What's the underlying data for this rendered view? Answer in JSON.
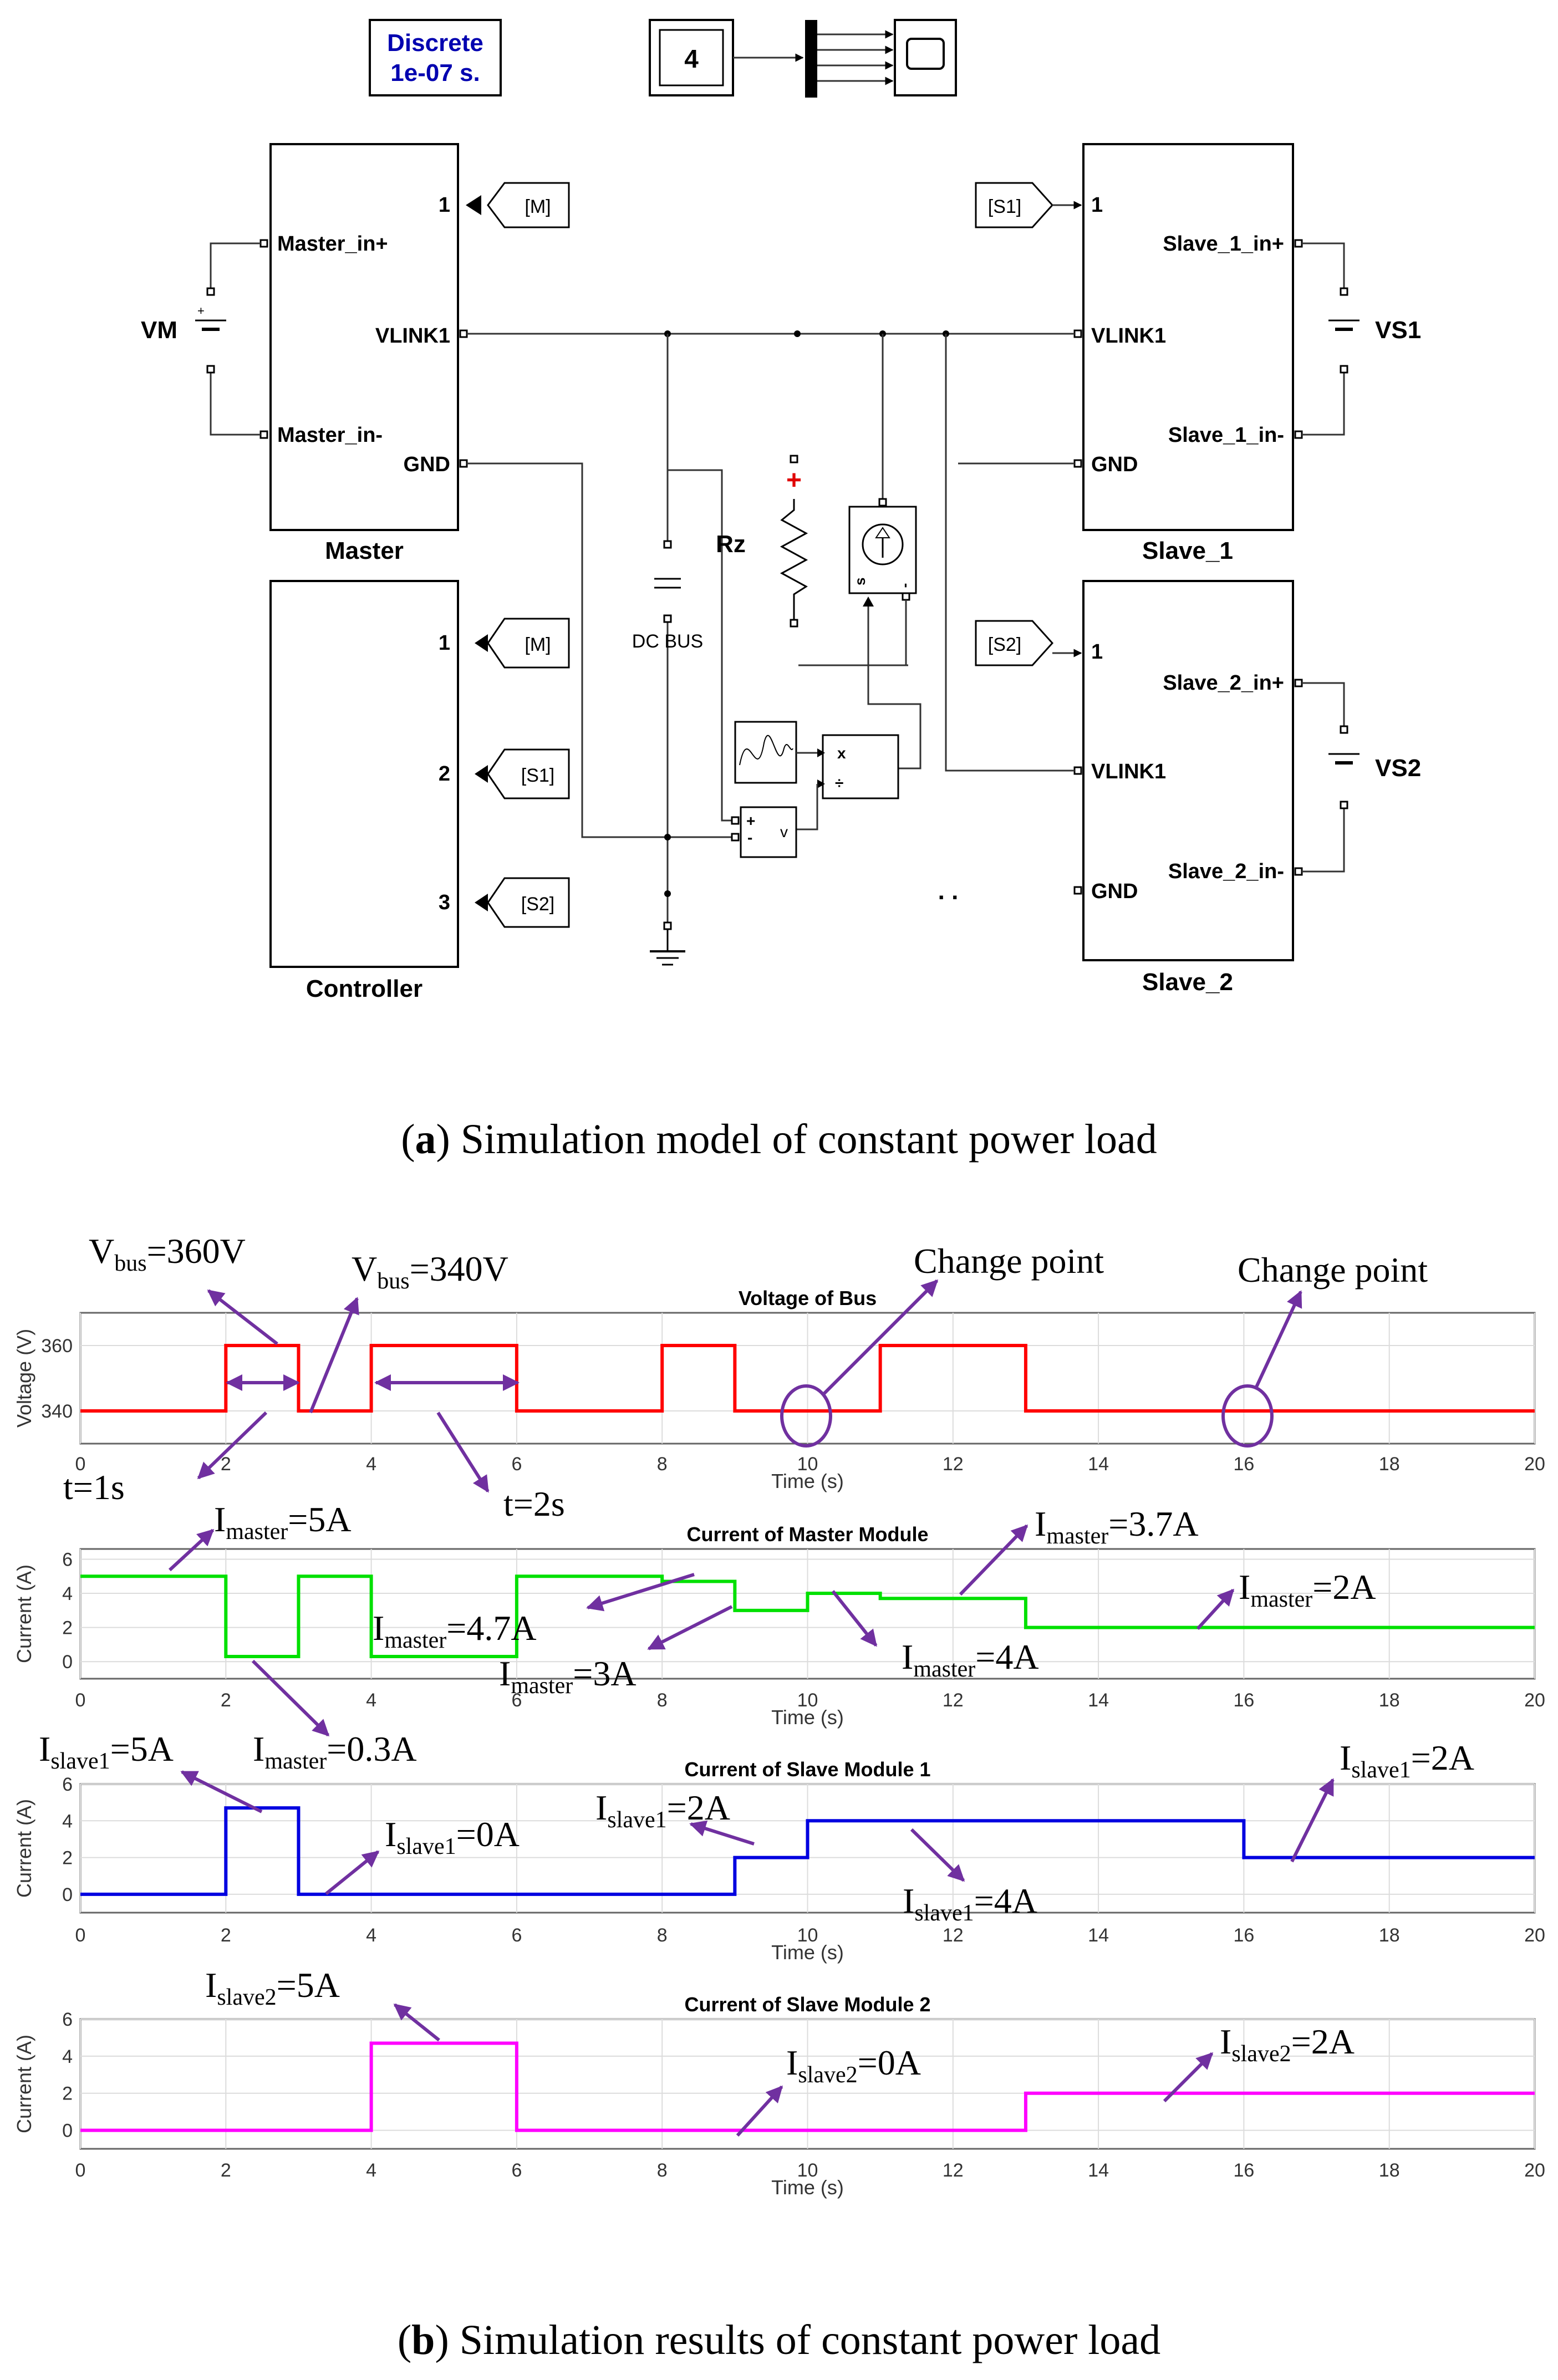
{
  "model": {
    "solver_block": {
      "line1": "Discrete",
      "line2": "1e-07 s."
    },
    "constant_block": "4",
    "blocks": {
      "master": {
        "name": "Master",
        "port1": "1",
        "in_plus": "Master_in+",
        "in_minus": "Master_in-",
        "vlink": "VLINK1",
        "gnd": "GND",
        "source": "VM"
      },
      "slave1": {
        "name": "Slave_1",
        "port1": "1",
        "in_plus": "Slave_1_in+",
        "in_minus": "Slave_1_in-",
        "vlink": "VLINK1",
        "gnd": "GND",
        "source": "VS1"
      },
      "slave2": {
        "name": "Slave_2",
        "port1": "1",
        "in_plus": "Slave_2_in+",
        "in_minus": "Slave_2_in-",
        "vlink": "VLINK1",
        "gnd": "GND",
        "source": "VS2"
      },
      "controller": {
        "name": "Controller",
        "ports": [
          "1",
          "2",
          "3"
        ]
      }
    },
    "goto_tags": {
      "m": "[M]",
      "s1": "[S1]",
      "s2": "[S2]"
    },
    "dc_bus_label": "DC BUS",
    "rz_label": "Rz",
    "product_signs": {
      "mul": "x",
      "div": "÷"
    },
    "vmeas_signs": {
      "plus": "+",
      "minus": "-",
      "v": "v"
    },
    "cs_label": "s",
    "ellipsis": ". ."
  },
  "captions": {
    "a": {
      "bold": "a",
      "text": "Simulation model of constant power load"
    },
    "b": {
      "bold": "b",
      "text": "Simulation results of constant power load"
    }
  },
  "annotations": {
    "vbus360": {
      "main": "V",
      "sub": "bus",
      "rest": "=360V"
    },
    "vbus340": {
      "main": "V",
      "sub": "bus",
      "rest": "=340V"
    },
    "change1": "Change point",
    "change2": "Change point",
    "t1": "t=1s",
    "t2": "t=2s",
    "imaster5": {
      "main": "I",
      "sub": "master",
      "rest": "=5A"
    },
    "imaster47": {
      "main": "I",
      "sub": "master",
      "rest": "=4.7A"
    },
    "imaster3": {
      "main": "I",
      "sub": "master",
      "rest": "=3A"
    },
    "imaster37": {
      "main": "I",
      "sub": "master",
      "rest": "=3.7A"
    },
    "imaster4": {
      "main": "I",
      "sub": "master",
      "rest": "=4A"
    },
    "imaster2": {
      "main": "I",
      "sub": "master",
      "rest": "=2A"
    },
    "imaster03": {
      "main": "I",
      "sub": "master",
      "rest": "=0.3A"
    },
    "islave1_5": {
      "main": "I",
      "sub": "slave1",
      "rest": "=5A"
    },
    "islave1_0": {
      "main": "I",
      "sub": "slave1",
      "rest": "=0A"
    },
    "islave1_2a": {
      "main": "I",
      "sub": "slave1",
      "rest": "=2A"
    },
    "islave1_2b": {
      "main": "I",
      "sub": "slave1",
      "rest": "=2A"
    },
    "islave1_4": {
      "main": "I",
      "sub": "slave1",
      "rest": "=4A"
    },
    "islave2_5": {
      "main": "I",
      "sub": "slave2",
      "rest": "=5A"
    },
    "islave2_0": {
      "main": "I",
      "sub": "slave2",
      "rest": "=0A"
    },
    "islave2_2": {
      "main": "I",
      "sub": "slave2",
      "rest": "=2A"
    }
  },
  "chart_data": [
    {
      "type": "line",
      "title": "Voltage of Bus",
      "xlabel": "Time (s)",
      "ylabel": "Voltage (V)",
      "xlim": [
        0,
        20
      ],
      "ylim": [
        330,
        370
      ],
      "xticks": [
        0,
        2,
        4,
        6,
        8,
        10,
        12,
        14,
        16,
        18,
        20
      ],
      "yticks": [
        340,
        360
      ],
      "grid": true,
      "color": "#ff0000",
      "series": [
        {
          "x": [
            0,
            2,
            2,
            3,
            3,
            4,
            4,
            6,
            6,
            8,
            8,
            9,
            9,
            11,
            11,
            13,
            13,
            20
          ],
          "y": [
            340,
            340,
            360,
            360,
            340,
            340,
            360,
            360,
            340,
            340,
            360,
            360,
            340,
            340,
            360,
            360,
            340,
            340
          ]
        }
      ]
    },
    {
      "type": "line",
      "title": "Current of Master Module",
      "xlabel": "Time (s)",
      "ylabel": "Current (A)",
      "xlim": [
        0,
        20
      ],
      "ylim": [
        -1,
        6.6
      ],
      "xticks": [
        0,
        2,
        4,
        6,
        8,
        10,
        12,
        14,
        16,
        18,
        20
      ],
      "yticks": [
        0,
        2,
        4,
        6
      ],
      "grid": true,
      "color": "#00e000",
      "series": [
        {
          "x": [
            0,
            2,
            2,
            3,
            3,
            4,
            4,
            6,
            6,
            8,
            8,
            9,
            9,
            10,
            10,
            11,
            11,
            13,
            13,
            20
          ],
          "y": [
            5,
            5,
            0.3,
            0.3,
            5,
            5,
            0.3,
            0.3,
            5,
            5,
            4.7,
            4.7,
            3,
            3,
            4,
            4,
            3.7,
            3.7,
            2,
            2
          ]
        }
      ]
    },
    {
      "type": "line",
      "title": "Current of Slave Module 1",
      "xlabel": "Time (s)",
      "ylabel": "Current (A)",
      "xlim": [
        0,
        20
      ],
      "ylim": [
        -1,
        6
      ],
      "xticks": [
        0,
        2,
        4,
        6,
        8,
        10,
        12,
        14,
        16,
        18,
        20
      ],
      "yticks": [
        0,
        2,
        4,
        6
      ],
      "grid": true,
      "color": "#0000e0",
      "series": [
        {
          "x": [
            0,
            2,
            2,
            3,
            3,
            9,
            9,
            10,
            10,
            16,
            16,
            20
          ],
          "y": [
            0,
            0,
            4.7,
            4.7,
            0,
            0,
            2,
            2,
            4,
            4,
            2,
            2
          ]
        }
      ]
    },
    {
      "type": "line",
      "title": "Current of Slave Module 2",
      "xlabel": "Time (s)",
      "ylabel": "Current (A)",
      "xlim": [
        0,
        20
      ],
      "ylim": [
        -1,
        6
      ],
      "xticks": [
        0,
        2,
        4,
        6,
        8,
        10,
        12,
        14,
        16,
        18,
        20
      ],
      "yticks": [
        0,
        2,
        4,
        6
      ],
      "grid": true,
      "color": "#ff00ff",
      "series": [
        {
          "x": [
            0,
            4,
            4,
            6,
            6,
            13,
            13,
            20
          ],
          "y": [
            0,
            0,
            4.7,
            4.7,
            0,
            0,
            2,
            2
          ]
        }
      ]
    }
  ]
}
